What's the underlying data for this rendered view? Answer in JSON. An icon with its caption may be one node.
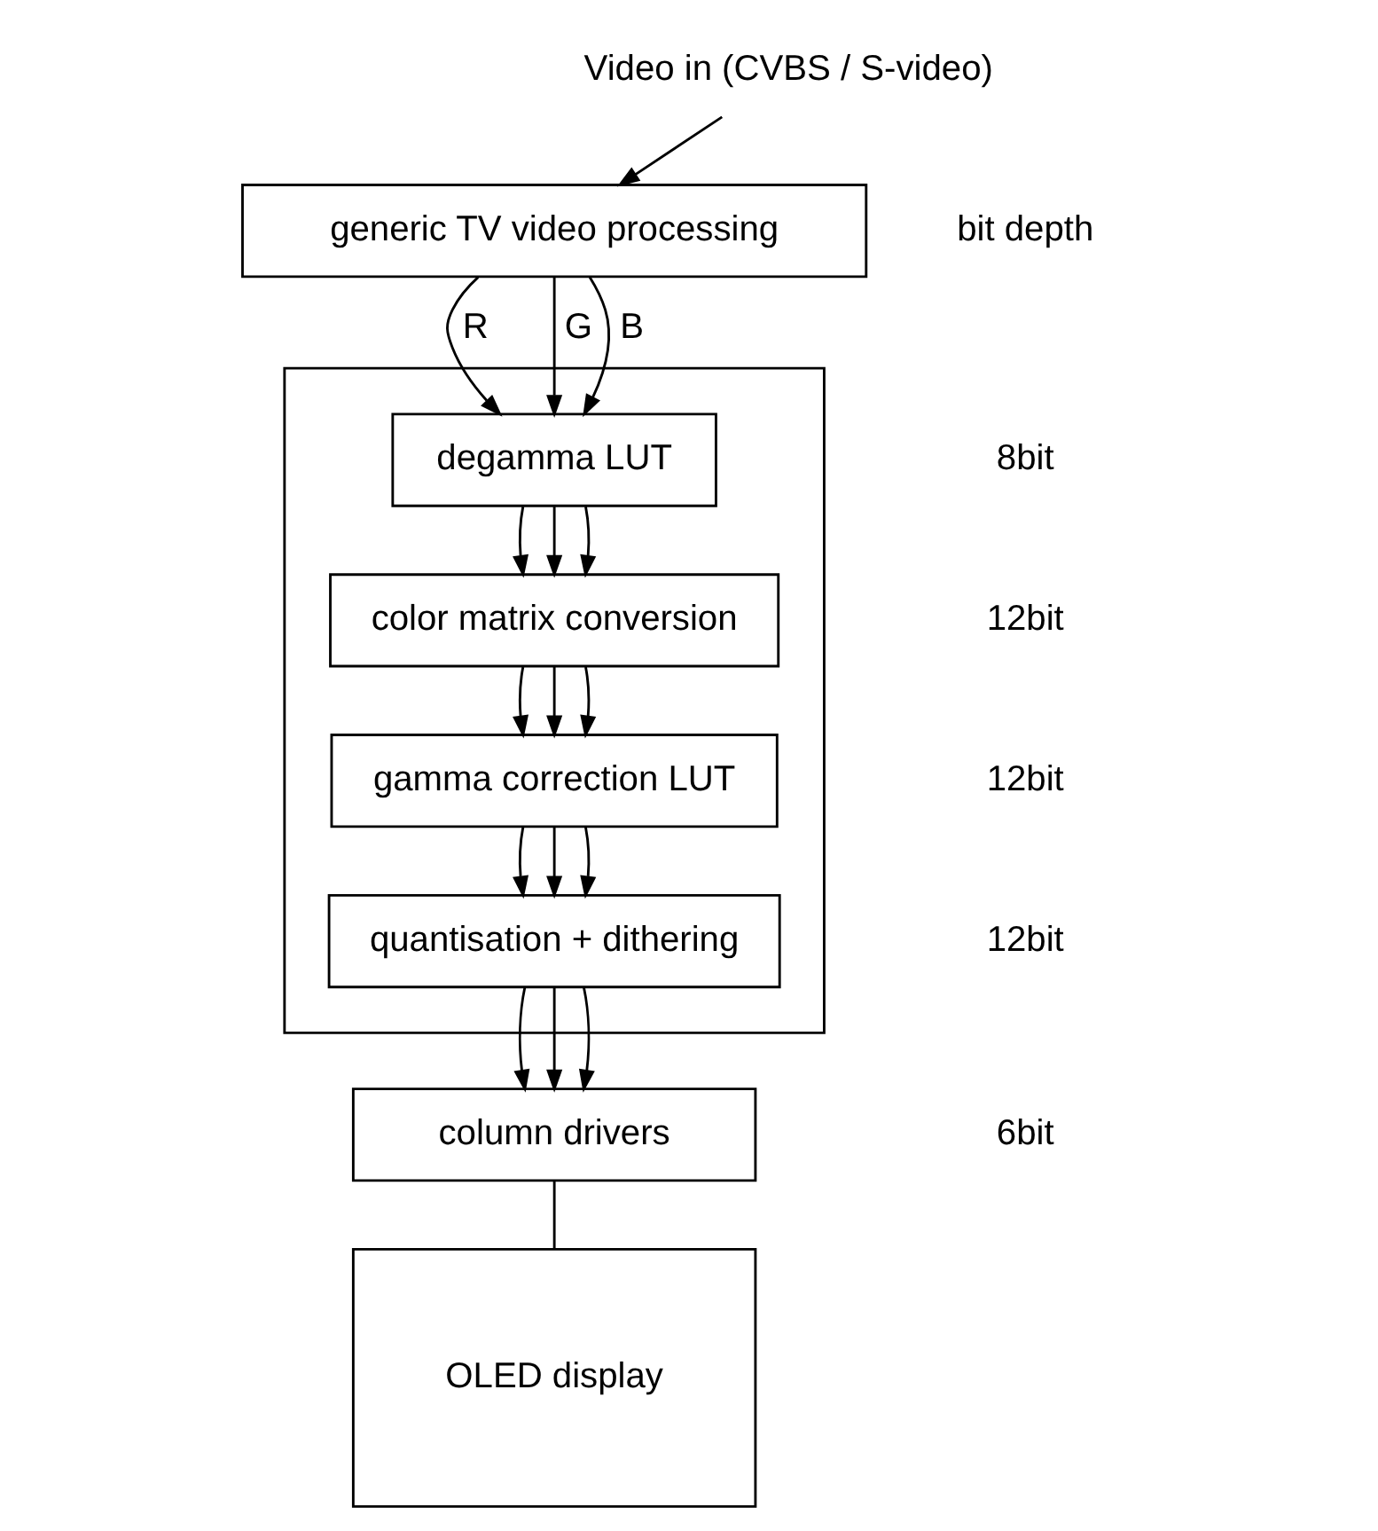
{
  "diagram": {
    "nodes": [
      {
        "text": [
          "Video in (CVBS / S-video)"
        ]
      },
      {
        "text": [
          "generic TV video processing"
        ]
      },
      {
        "text": [],
        "shape": "box"
      },
      {
        "text": [
          "degamma LUT"
        ],
        "in": 2
      },
      {
        "text": [
          "color matrix conversion"
        ],
        "in": 2
      },
      {
        "text": [
          "gamma correction LUT"
        ],
        "in": 2
      },
      {
        "text": [
          "quantisation + dithering"
        ],
        "in": 2
      },
      {
        "text": [
          "column drivers"
        ]
      },
      {
        "text": [
          "OLED display"
        ]
      }
    ],
    "edges": [
      {
        "from": 0,
        "to": 1,
        "arrow": "to"
      },
      {
        "from": 1,
        "to": 3,
        "arrow": "to",
        "label": "R"
      },
      {
        "from": 1,
        "to": 3,
        "arrow": "to",
        "label": "G"
      },
      {
        "from": 1,
        "to": 3,
        "arrow": "to",
        "label": "B"
      },
      {
        "from": 3,
        "to": 4,
        "arrow": "to"
      },
      {
        "from": 3,
        "to": 4,
        "arrow": "to"
      },
      {
        "from": 3,
        "to": 4,
        "arrow": "to"
      },
      {
        "from": 4,
        "to": 5,
        "arrow": "to"
      },
      {
        "from": 4,
        "to": 5,
        "arrow": "to"
      },
      {
        "from": 4,
        "to": 5,
        "arrow": "to"
      },
      {
        "from": 5,
        "to": 6,
        "arrow": "to"
      },
      {
        "from": 5,
        "to": 6,
        "arrow": "to"
      },
      {
        "from": 5,
        "to": 6,
        "arrow": "to"
      },
      {
        "from": 6,
        "to": 7,
        "arrow": "to"
      },
      {
        "from": 6,
        "to": 7,
        "arrow": "to"
      },
      {
        "from": 6,
        "to": 7,
        "arrow": "to"
      },
      {
        "from": 7,
        "to": 8,
        "arrow": "none"
      }
    ],
    "labels": [
      "bit depth",
      "8bit",
      "12bit",
      "12bit",
      "12bit",
      "6bit"
    ]
  }
}
